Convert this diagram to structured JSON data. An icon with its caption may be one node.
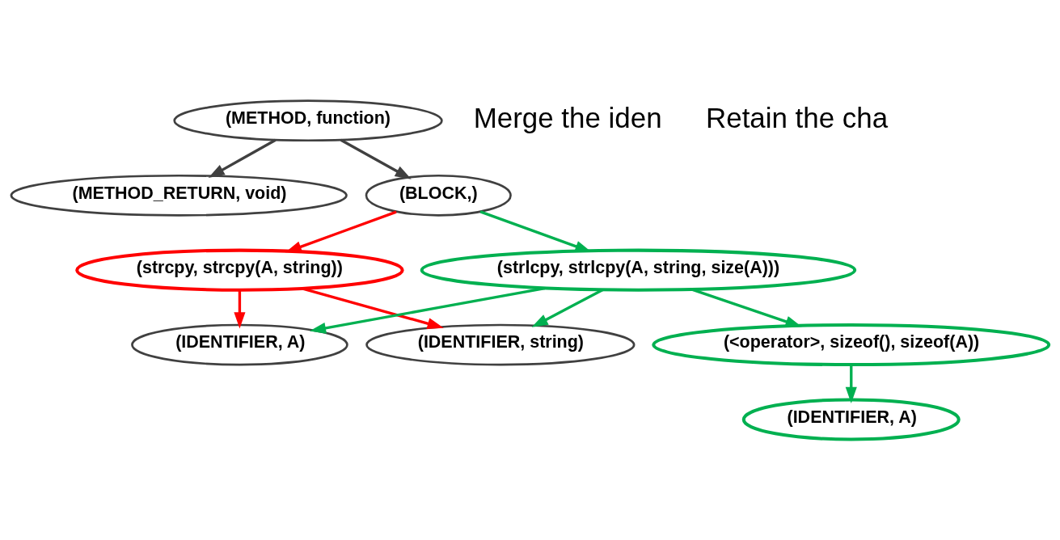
{
  "diagram": {
    "nodes": [
      {
        "text": [
          "(METHOD, function)"
        ]
      },
      {
        "text": [
          "(METHOD_RETURN, void)"
        ]
      },
      {
        "text": [
          "(BLOCK,)"
        ]
      },
      {
        "text": [
          "(strcpy, strcpy(A, string))"
        ]
      },
      {
        "text": [
          "(strlcpy, strlcpy(A, string, size(A)))"
        ]
      },
      {
        "text": [
          "(IDENTIFIER, A)"
        ]
      },
      {
        "text": [
          "(IDENTIFIER, string)"
        ]
      },
      {
        "text": [
          "(<operator>, sizeof(), sizeof(A))"
        ]
      },
      {
        "text": [
          "(IDENTIFIER, A)"
        ]
      }
    ],
    "edges": [
      {
        "from": 0,
        "to": 1,
        "arrow": "to",
        "color": "#404040"
      },
      {
        "from": 0,
        "to": 2,
        "arrow": "to",
        "color": "#404040"
      },
      {
        "from": 2,
        "to": 3,
        "arrow": "to",
        "color": "#ff0000"
      },
      {
        "from": 2,
        "to": 4,
        "arrow": "to"
      },
      {
        "from": 3,
        "to": 5,
        "arrow": "to",
        "color": "#ff0000"
      },
      {
        "from": 3,
        "to": 6,
        "arrow": "to",
        "color": "#ff0000"
      },
      {
        "from": 4,
        "to": 5,
        "arrow": "to"
      },
      {
        "from": 4,
        "to": 6,
        "arrow": "to"
      },
      {
        "from": 4,
        "to": 7,
        "arrow": "to"
      },
      {
        "from": 7,
        "to": 8,
        "arrow": "to"
      }
    ],
    "labels": [
      "Merge the iden",
      "Retain the cha"
    ]
  }
}
